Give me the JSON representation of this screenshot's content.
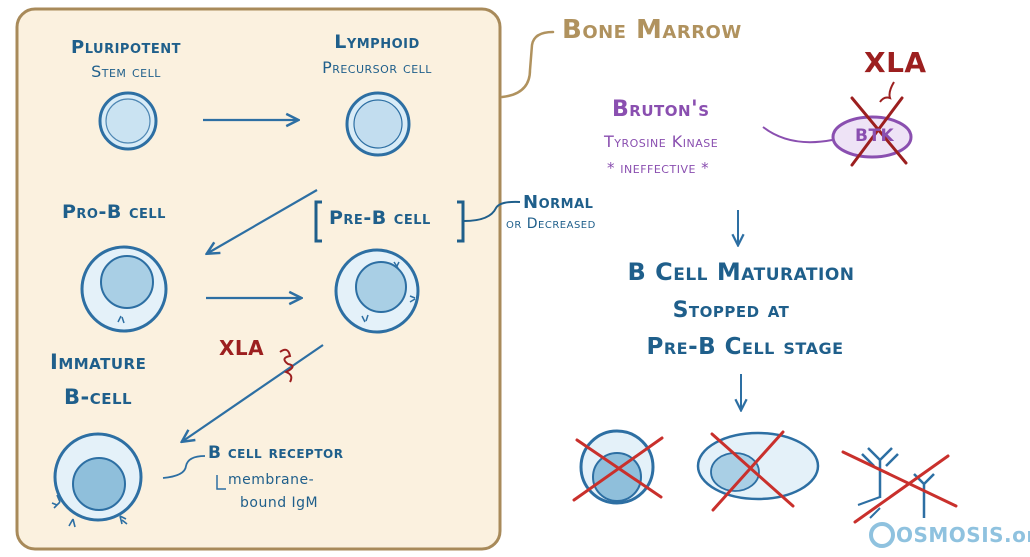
{
  "colors": {
    "panel_fill": "#fbf1df",
    "panel_stroke": "#a88a5a",
    "label_blue": "#1f5f8b",
    "cell_blue": "#2d6fa3",
    "cell_fill": "#d9ecf7",
    "nucleus_fill": "#a9cfe5",
    "xla_red": "#9c1f1f",
    "btk_purple": "#8a4fb0",
    "cross_red": "#c9302c",
    "bone_marrow_tan": "#b0925e",
    "logo_blue": "#8fc2df"
  },
  "labels": {
    "pluripotent": [
      "Pluripotent",
      "Stem cell"
    ],
    "lymphoid": [
      "Lymphoid",
      "Precursor cell"
    ],
    "pro_b": "Pro-B cell",
    "pre_b": "Pre-B cell",
    "immature": [
      "Immature",
      "B-cell"
    ],
    "xla_small": "XLA",
    "bcr": "B cell receptor",
    "membrane": [
      "membrane-",
      "bound IgM"
    ],
    "bone_marrow": "Bone Marrow",
    "normal": [
      "Normal",
      "or Decreased"
    ],
    "brutons": "Bruton's",
    "tyrosine": "Tyrosine Kinase",
    "ineffective": "* ineffective *",
    "xla_big": "XLA",
    "btk": "BTK",
    "maturation": [
      "B Cell Maturation",
      "Stopped at",
      "Pre-B Cell stage"
    ],
    "logo": "OSMOSIS.org"
  }
}
